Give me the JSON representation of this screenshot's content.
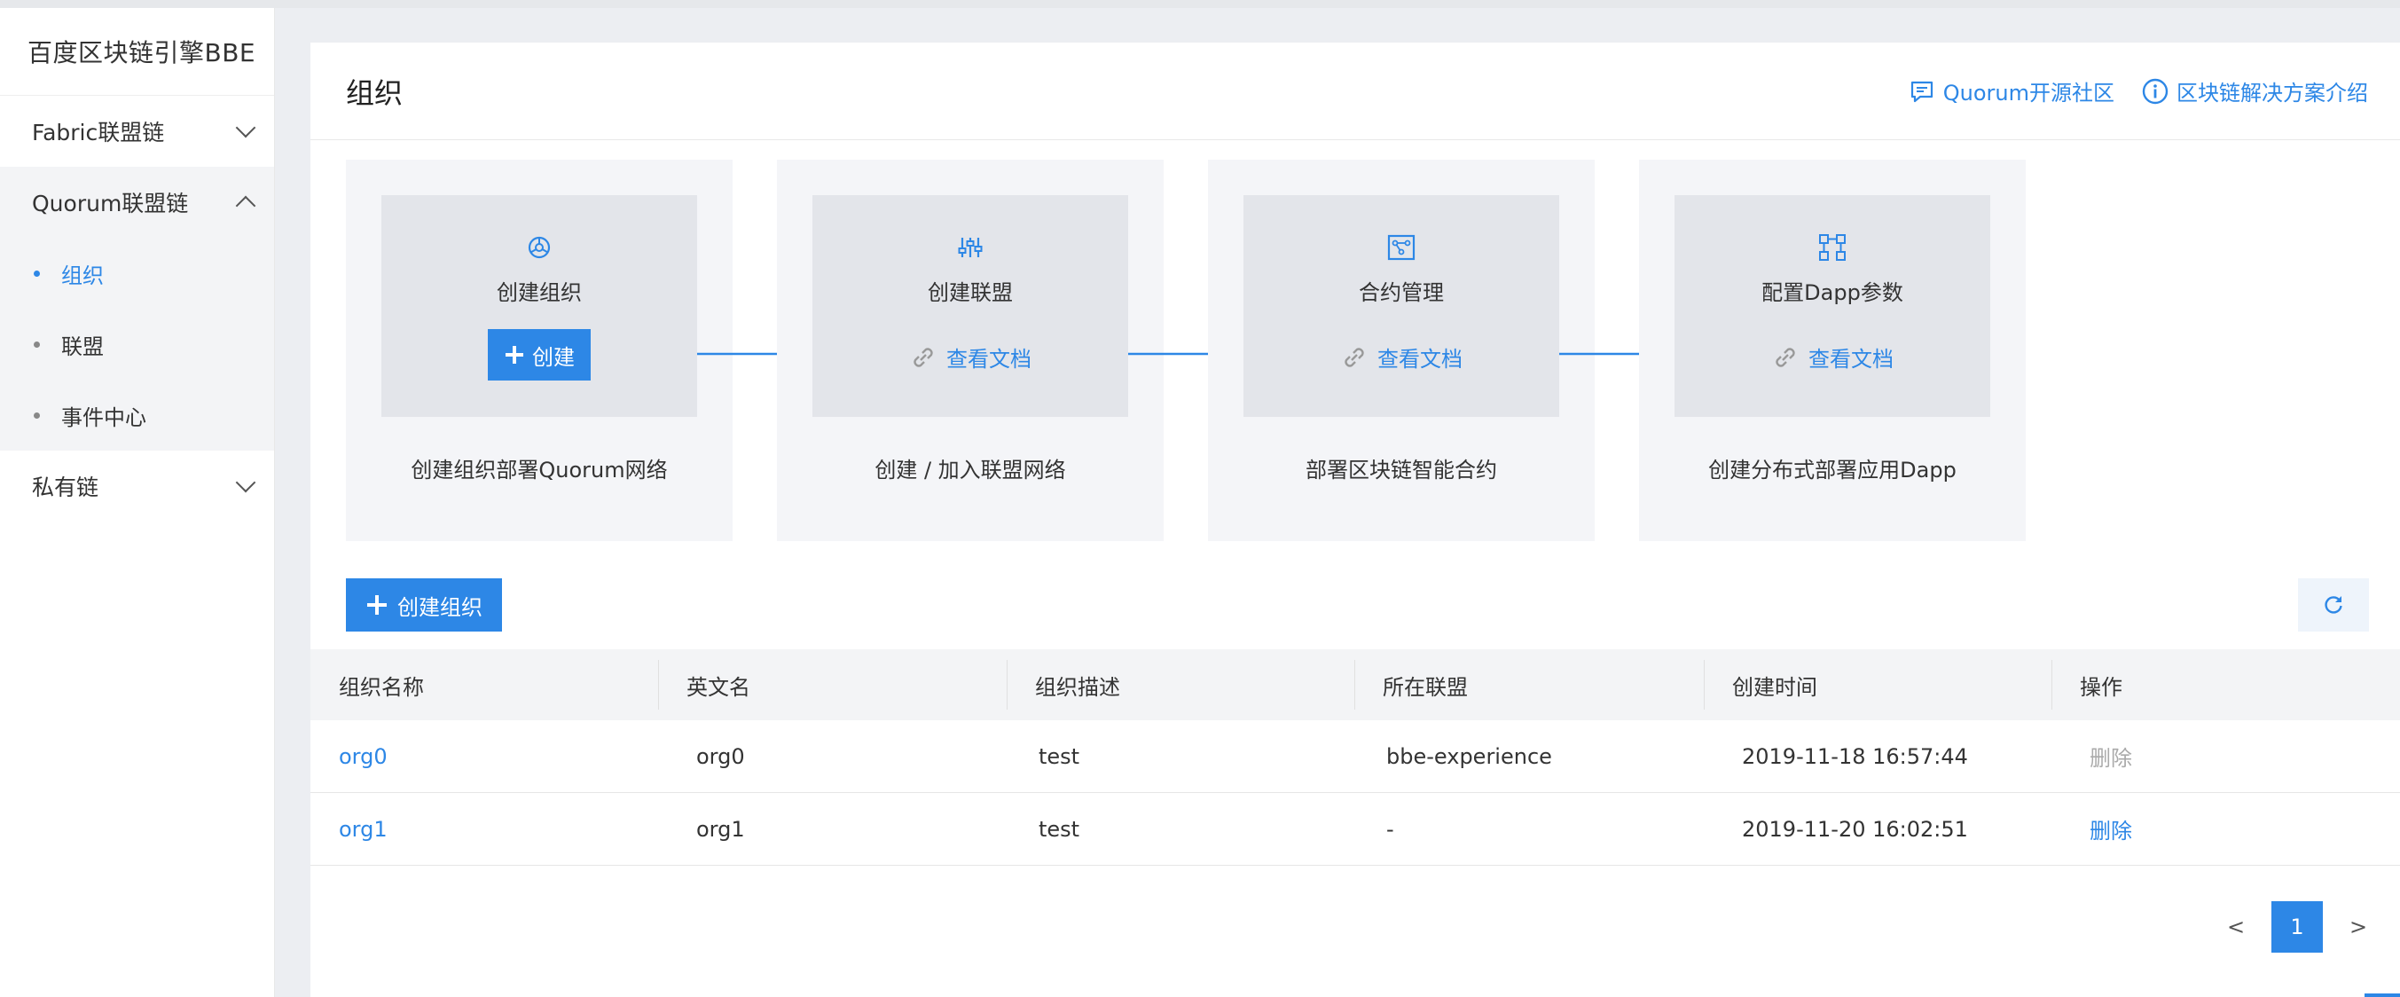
{
  "sidebar": {
    "brand": "百度区块链引擎BBE",
    "groups": [
      {
        "label": "Fabric联盟链"
      },
      {
        "label": "Quorum联盟链"
      },
      {
        "label": "私有链"
      }
    ],
    "quorum_items": [
      {
        "label": "组织"
      },
      {
        "label": "联盟"
      },
      {
        "label": "事件中心"
      }
    ]
  },
  "header": {
    "title": "组织",
    "link_community": "Quorum开源社区",
    "link_solution": "区块链解决方案介绍"
  },
  "steps": [
    {
      "title": "创建组织",
      "action": "创建",
      "caption": "创建组织部署Quorum网络"
    },
    {
      "title": "创建联盟",
      "action": "查看文档",
      "caption": "创建 / 加入联盟网络"
    },
    {
      "title": "合约管理",
      "action": "查看文档",
      "caption": "部署区块链智能合约"
    },
    {
      "title": "配置Dapp参数",
      "action": "查看文档",
      "caption": "创建分布式部署应用Dapp"
    }
  ],
  "toolbar": {
    "create_label": "创建组织"
  },
  "table": {
    "columns": [
      "组织名称",
      "英文名",
      "组织描述",
      "所在联盟",
      "创建时间",
      "操作"
    ],
    "rows": [
      {
        "name": "org0",
        "en_name": "org0",
        "desc": "test",
        "alliance": "bbe-experience",
        "created": "2019-11-18 16:57:44",
        "action": "删除"
      },
      {
        "name": "org1",
        "en_name": "org1",
        "desc": "test",
        "alliance": "-",
        "created": "2019-11-20 16:02:51",
        "action": "删除"
      }
    ]
  },
  "pagination": {
    "prev": "<",
    "current": "1",
    "next": ">"
  },
  "colors": {
    "accent": "#2d87e6",
    "sidebar_active_bg": "#f3f4f6",
    "step_bg": "#f4f5f8",
    "step_inner_bg": "#e3e5ea"
  }
}
